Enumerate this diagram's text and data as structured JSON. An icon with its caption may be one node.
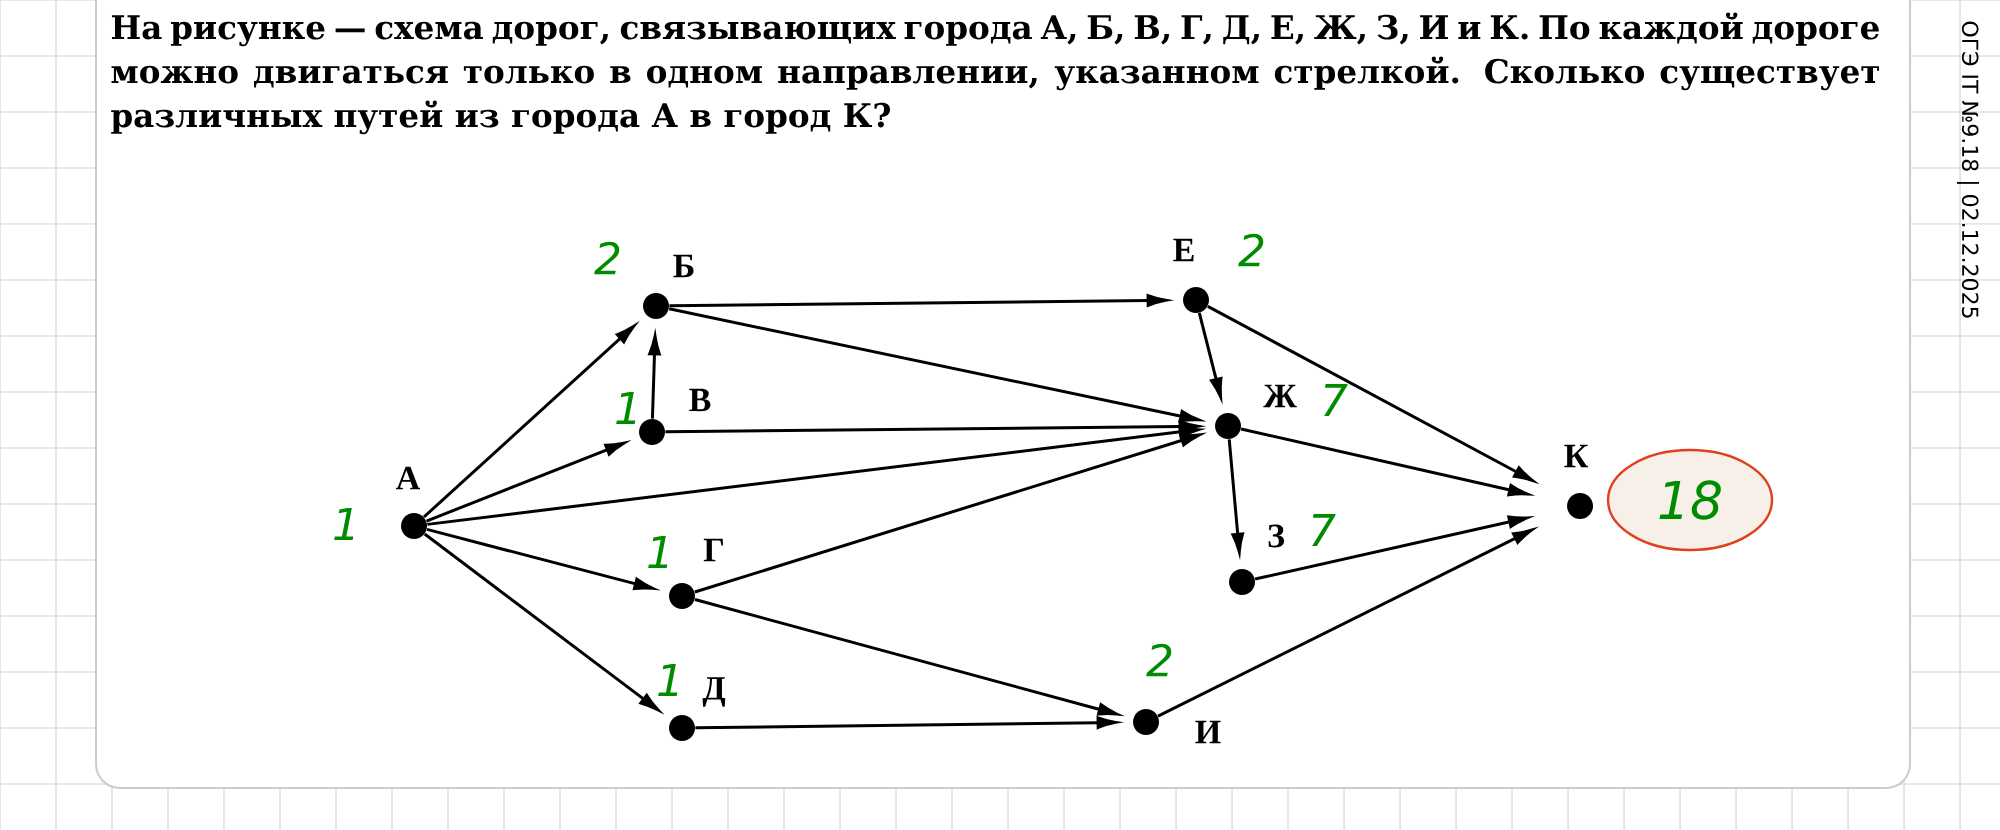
{
  "diagram": {
    "title": "На рисунке — схема дорог, связывающих города А, Б, В, Г, Д, Е, Ж, З, И и К. По каждой дороге можно двигаться только в одном направлении, указанном стрелкой. Сколько существует различных путей из города А в город К?",
    "nodes": [
      {
        "text": [
          "А"
        ],
        "beside": [
          "1"
        ]
      },
      {
        "text": [
          "Б"
        ],
        "beside": [
          "2"
        ]
      },
      {
        "text": [
          "В"
        ],
        "beside": [
          "1"
        ]
      },
      {
        "text": [
          "Г"
        ],
        "beside": [
          "1"
        ]
      },
      {
        "text": [
          "Д"
        ],
        "beside": [
          "1"
        ]
      },
      {
        "text": [
          "Е"
        ],
        "beside": [
          "2"
        ]
      },
      {
        "text": [
          "Ж"
        ],
        "beside": [
          "7"
        ]
      },
      {
        "text": [
          "З"
        ],
        "beside": [
          "7"
        ]
      },
      {
        "text": [
          "И"
        ],
        "beside": [
          "2"
        ]
      },
      {
        "text": [
          "К"
        ]
      },
      {
        "text": [
          "18"
        ]
      }
    ],
    "edges": [
      {
        "from": 0,
        "to": 1,
        "arrow": "to"
      },
      {
        "from": 0,
        "to": 2,
        "arrow": "to"
      },
      {
        "from": 0,
        "to": 6,
        "arrow": "to"
      },
      {
        "from": 0,
        "to": 3,
        "arrow": "to"
      },
      {
        "from": 0,
        "to": 4,
        "arrow": "to"
      },
      {
        "from": 2,
        "to": 1,
        "arrow": "to"
      },
      {
        "from": 2,
        "to": 6,
        "arrow": "to"
      },
      {
        "from": 1,
        "to": 5,
        "arrow": "to"
      },
      {
        "from": 1,
        "to": 6,
        "arrow": "to"
      },
      {
        "from": 5,
        "to": 6,
        "arrow": "to"
      },
      {
        "from": 5,
        "to": 9,
        "arrow": "to"
      },
      {
        "from": 6,
        "to": 7,
        "arrow": "to"
      },
      {
        "from": 6,
        "to": 9,
        "arrow": "to"
      },
      {
        "from": 7,
        "to": 9,
        "arrow": "to"
      },
      {
        "from": 3,
        "to": 6,
        "arrow": "to"
      },
      {
        "from": 3,
        "to": 8,
        "arrow": "to"
      },
      {
        "from": 4,
        "to": 8,
        "arrow": "to"
      },
      {
        "from": 8,
        "to": 9,
        "arrow": "to"
      }
    ],
    "labels": [
      "ОГЭ IT №9.18 | 02.12.2025"
    ]
  }
}
